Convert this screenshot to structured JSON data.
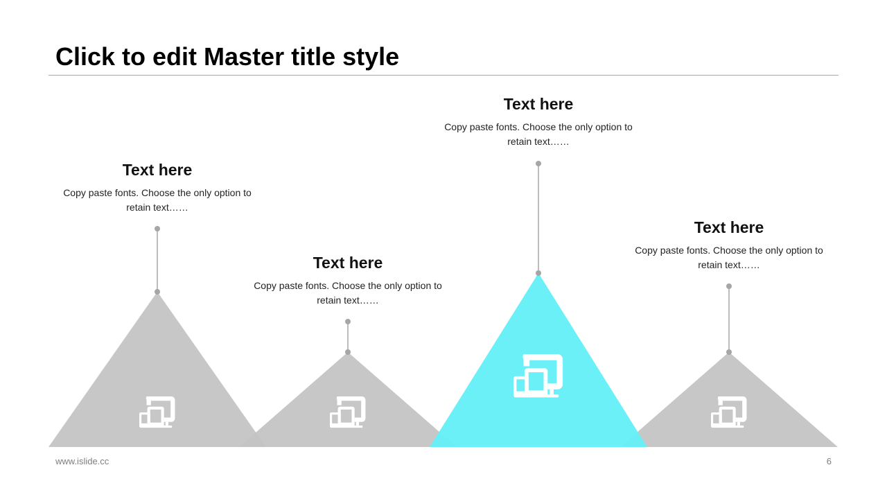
{
  "slide": {
    "title": "Click to edit Master title style",
    "footer_url": "www.islide.cc",
    "page_number": "6"
  },
  "colors": {
    "peak_gray": "#c4c4c4",
    "peak_highlight": "#67f0f8",
    "connector": "#a6a6a6",
    "icon": "#ffffff"
  },
  "peaks": [
    {
      "heading": "Text here",
      "desc_line1": "Copy paste fonts. Choose the only option to",
      "desc_line2": "retain text……",
      "icon": "devices-icon",
      "highlighted": false
    },
    {
      "heading": "Text here",
      "desc_line1": "Copy paste fonts. Choose the only option to",
      "desc_line2": "retain text……",
      "icon": "devices-icon",
      "highlighted": false
    },
    {
      "heading": "Text here",
      "desc_line1": "Copy paste fonts. Choose the only option to",
      "desc_line2": "retain text……",
      "icon": "devices-icon",
      "highlighted": true
    },
    {
      "heading": "Text here",
      "desc_line1": "Copy paste fonts. Choose the only option to",
      "desc_line2": "retain text……",
      "icon": "devices-icon",
      "highlighted": false
    }
  ]
}
